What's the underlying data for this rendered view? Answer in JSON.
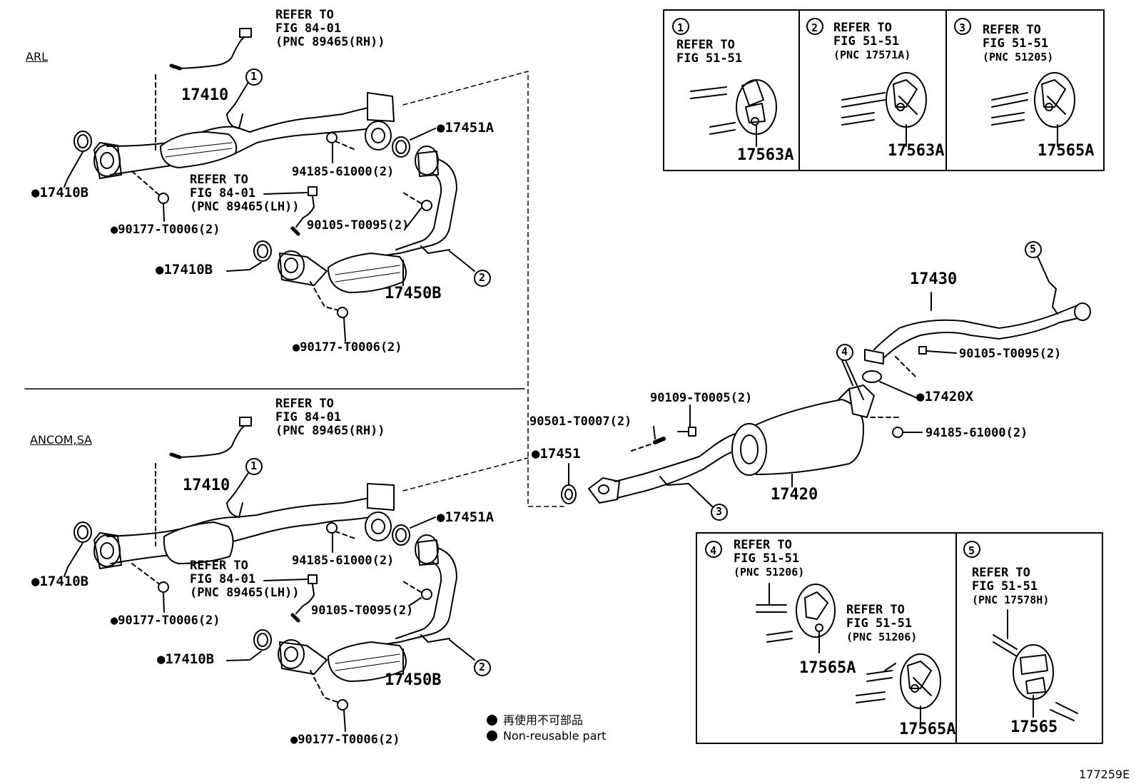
{
  "sections": {
    "upper": "ARL",
    "lower": "ANCOM,SA"
  },
  "callouts": [
    "1",
    "2",
    "3",
    "4",
    "5"
  ],
  "upper": {
    "sensor_rh": [
      "REFER TO",
      "FIG 84-01",
      "(PNC 89465(RH))"
    ],
    "sensor_lh": [
      "REFER TO",
      "FIG 84-01",
      "(PNC 89465(LH))"
    ],
    "p17410": "17410",
    "p17410b_a": "●17410B",
    "p17410b_b": "●17410B",
    "p90177_a": "●90177-T0006(2)",
    "p90177_b": "●90177-T0006(2)",
    "p17451a": "●17451A",
    "p94185": "94185-61000(2)",
    "p90105": "90105-T0095(2)",
    "p17450b": "17450B"
  },
  "lower": {
    "sensor_rh": [
      "REFER TO",
      "FIG 84-01",
      "(PNC 89465(RH))"
    ],
    "sensor_lh": [
      "REFER TO",
      "FIG 84-01",
      "(PNC 89465(LH))"
    ],
    "p17410": "17410",
    "p17410b_a": "●17410B",
    "p17410b_b": "●17410B",
    "p90177_a": "●90177-T0006(2)",
    "p90177_b": "●90177-T0006(2)",
    "p17451a": "●17451A",
    "p94185": "94185-61000(2)",
    "p90105": "90105-T0095(2)",
    "p17450b": "17450B"
  },
  "right": {
    "p90501": "90501-T0007(2)",
    "p90109": "90109-T0005(2)",
    "p17451": "●17451",
    "p17420": "17420",
    "p17430": "17430",
    "p90105": "90105-T0095(2)",
    "p17420x": "●17420X",
    "p94185": "94185-61000(2)"
  },
  "box_top": {
    "b1": {
      "num": "1",
      "lines": [
        "REFER TO",
        "FIG 51-51"
      ],
      "part": "17563A"
    },
    "b2": {
      "num": "2",
      "lines": [
        "REFER TO",
        "FIG 51-51",
        "(PNC 17571A)"
      ],
      "part": "17563A"
    },
    "b3": {
      "num": "3",
      "lines": [
        "REFER TO",
        "FIG 51-51",
        "(PNC 51205)"
      ],
      "part": "17565A"
    }
  },
  "box_bottom": {
    "b4": {
      "num": "4",
      "lines": [
        "REFER TO",
        "FIG 51-51",
        "(PNC 51206)"
      ],
      "part": "17565A",
      "lines2": [
        "REFER TO",
        "FIG 51-51",
        "(PNC 51206)"
      ],
      "part2": "17565A"
    },
    "b5": {
      "num": "5",
      "lines": [
        "REFER TO",
        "FIG 51-51",
        "(PNC 17578H)"
      ],
      "part": "17565"
    }
  },
  "legend": {
    "jp": "再使用不可部品",
    "en": "Non-reusable part"
  },
  "figure_id": "177259E"
}
